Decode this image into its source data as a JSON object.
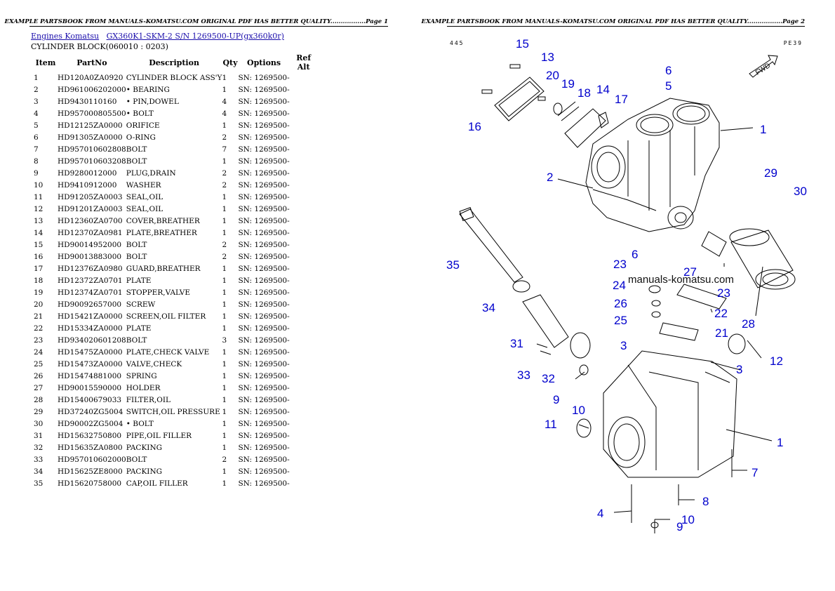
{
  "page1": {
    "header": "EXAMPLE PARTSBOOK FROM MANUALS-KOMATSU.COM ORIGINAL PDF HAS BETTER QUALITY.................Page 1",
    "breadcrumb": {
      "link1": "Engines Komatsu",
      "link2": "GX360K1-SKM-2 S/N  1269500-UP(gx360k0r)"
    },
    "section_title": "CYLINDER BLOCK(060010 : 0203)",
    "columns": [
      "Item",
      "PartNo",
      "Description",
      "Qty",
      "Options",
      "Ref Alt"
    ],
    "rows": [
      [
        "1",
        "HD120A0ZA0920",
        "CYLINDER BLOCK ASS'Y",
        "1",
        "SN: 1269500-",
        ""
      ],
      [
        "2",
        "HD961006202000",
        "• BEARING",
        "1",
        "SN: 1269500-",
        ""
      ],
      [
        "3",
        "HD9430110160",
        "• PIN,DOWEL",
        "4",
        "SN: 1269500-",
        ""
      ],
      [
        "4",
        "HD957000805500",
        "• BOLT",
        "4",
        "SN: 1269500-",
        ""
      ],
      [
        "5",
        "HD12125ZA0000",
        "ORIFICE",
        "1",
        "SN: 1269500-",
        ""
      ],
      [
        "6",
        "HD91305ZA0000",
        "O-RING",
        "2",
        "SN: 1269500-",
        ""
      ],
      [
        "7",
        "HD957010602808",
        "BOLT",
        "7",
        "SN: 1269500-",
        ""
      ],
      [
        "8",
        "HD957010603208",
        "BOLT",
        "1",
        "SN: 1269500-",
        ""
      ],
      [
        "9",
        "HD9280012000",
        "PLUG,DRAIN",
        "2",
        "SN: 1269500-",
        ""
      ],
      [
        "10",
        "HD9410912000",
        "WASHER",
        "2",
        "SN: 1269500-",
        ""
      ],
      [
        "11",
        "HD91205ZA0003",
        "SEAL,OIL",
        "1",
        "SN: 1269500-",
        ""
      ],
      [
        "12",
        "HD91201ZA0003",
        "SEAL,OIL",
        "1",
        "SN: 1269500-",
        ""
      ],
      [
        "13",
        "HD12360ZA0700",
        "COVER,BREATHER",
        "1",
        "SN: 1269500-",
        ""
      ],
      [
        "14",
        "HD12370ZA0981",
        "PLATE,BREATHER",
        "1",
        "SN: 1269500-",
        ""
      ],
      [
        "15",
        "HD90014952000",
        "BOLT",
        "2",
        "SN: 1269500-",
        ""
      ],
      [
        "16",
        "HD90013883000",
        "BOLT",
        "2",
        "SN: 1269500-",
        ""
      ],
      [
        "17",
        "HD12376ZA0980",
        "GUARD,BREATHER",
        "1",
        "SN: 1269500-",
        ""
      ],
      [
        "18",
        "HD12372ZA0701",
        "PLATE",
        "1",
        "SN: 1269500-",
        ""
      ],
      [
        "19",
        "HD12374ZA0701",
        "STOPPER,VALVE",
        "1",
        "SN: 1269500-",
        ""
      ],
      [
        "20",
        "HD90092657000",
        "SCREW",
        "1",
        "SN: 1269500-",
        ""
      ],
      [
        "21",
        "HD15421ZA0000",
        "SCREEN,OIL FILTER",
        "1",
        "SN: 1269500-",
        ""
      ],
      [
        "22",
        "HD15334ZA0000",
        "PLATE",
        "1",
        "SN: 1269500-",
        ""
      ],
      [
        "23",
        "HD934020601208",
        "BOLT",
        "3",
        "SN: 1269500-",
        ""
      ],
      [
        "24",
        "HD15475ZA0000",
        "PLATE,CHECK VALVE",
        "1",
        "SN: 1269500-",
        ""
      ],
      [
        "25",
        "HD15473ZA0000",
        "VALVE,CHECK",
        "1",
        "SN: 1269500-",
        ""
      ],
      [
        "26",
        "HD15474881000",
        "SPRING",
        "1",
        "SN: 1269500-",
        ""
      ],
      [
        "27",
        "HD90015590000",
        "HOLDER",
        "1",
        "SN: 1269500-",
        ""
      ],
      [
        "28",
        "HD15400679033",
        "FILTER,OIL",
        "1",
        "SN: 1269500-",
        ""
      ],
      [
        "29",
        "HD37240ZG5004",
        "SWITCH,OIL PRESSURE",
        "1",
        "SN: 1269500-",
        ""
      ],
      [
        "30",
        "HD90002ZG5004",
        "• BOLT",
        "1",
        "SN: 1269500-",
        ""
      ],
      [
        "31",
        "HD15632750800",
        "PIPE,OIL FILLER",
        "1",
        "SN: 1269500-",
        ""
      ],
      [
        "32",
        "HD15635ZA0800",
        "PACKING",
        "1",
        "SN: 1269500-",
        ""
      ],
      [
        "33",
        "HD957010602000",
        "BOLT",
        "2",
        "SN: 1269500-",
        ""
      ],
      [
        "34",
        "HD15625ZE8000",
        "PACKING",
        "1",
        "SN: 1269500-",
        ""
      ],
      [
        "35",
        "HD15620758000",
        "CAP,OIL FILLER",
        "1",
        "SN: 1269500-",
        ""
      ]
    ]
  },
  "page2": {
    "header": "EXAMPLE PARTSBOOK FROM MANUALS-KOMATSU.COM ORIGINAL PDF HAS BETTER QUALITY.................Page 2",
    "code_left": "445",
    "code_right": "PE39",
    "fwd_label": "FWD",
    "watermark": "manuals-komatsu.com",
    "callout_color": "#0000cc",
    "callouts": [
      "15",
      "13",
      "20",
      "19",
      "18",
      "14",
      "17",
      "16",
      "6",
      "5",
      "1",
      "2",
      "29",
      "30",
      "35",
      "6",
      "23",
      "27",
      "24",
      "23",
      "26",
      "22",
      "25",
      "21",
      "28",
      "34",
      "3",
      "31",
      "12",
      "33",
      "32",
      "3",
      "9",
      "10",
      "11",
      "1",
      "7",
      "8",
      "4",
      "10",
      "9"
    ]
  }
}
